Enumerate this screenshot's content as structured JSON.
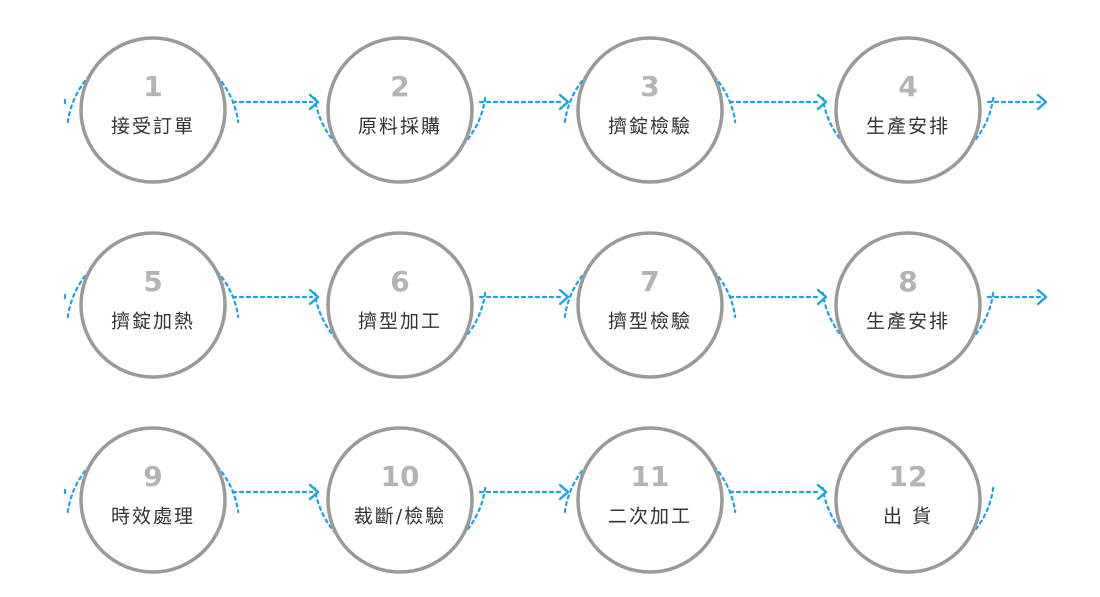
{
  "diagram": {
    "colors": {
      "circle_stroke": "#9a9a9a",
      "circle_fill": "#ffffff",
      "number": "#b4b4b4",
      "label": "#333333",
      "connector": "#1aa3e8"
    },
    "steps": [
      {
        "number": "1",
        "label": "接受訂單",
        "arc": "top"
      },
      {
        "number": "2",
        "label": "原料採購",
        "arc": "bottom"
      },
      {
        "number": "3",
        "label": "擠錠檢驗",
        "arc": "top"
      },
      {
        "number": "4",
        "label": "生產安排",
        "arc": "bottom"
      },
      {
        "number": "5",
        "label": "擠錠加熱",
        "arc": "top"
      },
      {
        "number": "6",
        "label": "擠型加工",
        "arc": "bottom"
      },
      {
        "number": "7",
        "label": "擠型檢驗",
        "arc": "top"
      },
      {
        "number": "8",
        "label": "生產安排",
        "arc": "bottom"
      },
      {
        "number": "9",
        "label": "時效處理",
        "arc": "top"
      },
      {
        "number": "10",
        "label": "裁斷/檢驗",
        "arc": "bottom"
      },
      {
        "number": "11",
        "label": "二次加工",
        "arc": "top"
      },
      {
        "number": "12",
        "label": "出 貨",
        "arc": "bottom"
      }
    ]
  }
}
